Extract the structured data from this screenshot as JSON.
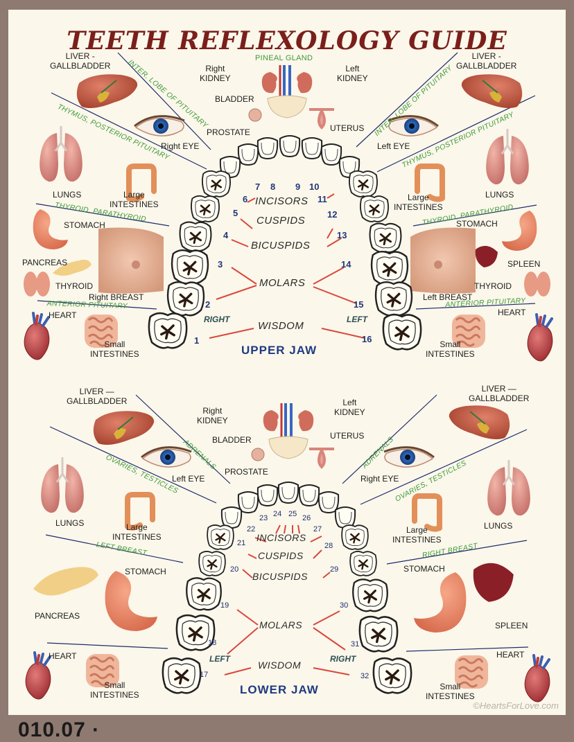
{
  "title": "TEETH REFLEXOLOGY GUIDE",
  "credit": "©HeartsForLove.com",
  "bottom_partial_text": "010.07 ·",
  "colors": {
    "title": "#7a1f1b",
    "green_label": "#3f9a3a",
    "tooth_number": "#23377a",
    "jaw_label": "#203a82",
    "leader_red": "#d9473e",
    "leader_blue": "#1e2b6e"
  },
  "upper": {
    "jaw_label": "UPPER JAW",
    "side_right": "RIGHT",
    "side_left": "LEFT",
    "tooth_types": {
      "incisors": "INCISORS",
      "cuspids": "CUSPIDS",
      "bicuspids": "BICUSPIDS",
      "molars": "MOLARS",
      "wisdom": "WISDOM"
    },
    "numbers": {
      "t1": "1",
      "t2": "2",
      "t3": "3",
      "t4": "4",
      "t5": "5",
      "t6": "6",
      "t7": "7",
      "t8": "8",
      "t9": "9",
      "t10": "10",
      "t11": "11",
      "t12": "12",
      "t13": "13",
      "t14": "14",
      "t15": "15",
      "t16": "16"
    },
    "organs": {
      "liver_l": "LIVER -\nGALLBLADDER",
      "liver_r": "LIVER -\nGALLBLADDER",
      "pineal": "PINEAL GLAND",
      "kidney_r": "Right\nKIDNEY",
      "kidney_l": "Left\nKIDNEY",
      "bladder": "BLADDER",
      "prostate": "PROSTATE",
      "uterus": "UTERUS",
      "eye_r": "Right EYE",
      "eye_l": "Left EYE",
      "lungs_l": "LUNGS",
      "lungs_r": "LUNGS",
      "large_int_l": "Large\nINTESTINES",
      "large_int_r": "Large\nINTESTINES",
      "stomach_l": "STOMACH",
      "stomach_r": "STOMACH",
      "pancreas": "PANCREAS",
      "spleen": "SPLEEN",
      "thyroid_l": "THYROID",
      "thyroid_r": "THYROID",
      "breast_r": "Right BREAST",
      "breast_l": "Left BREAST",
      "heart_l": "HEART",
      "heart_r": "HEART",
      "small_int_l": "Small\nINTESTINES",
      "small_int_r": "Small\nINTESTINES"
    },
    "glands": {
      "inter_lobe_l": "INTER. LOBE OF PITUITARY",
      "inter_lobe_r": "INTER. LOBE OF PITUITARY",
      "thymus_l": "THYMUS,  POSTERIOR PITUITARY",
      "thymus_r": "THYMUS,  POSTERIOR PITUITARY",
      "thyroid_para_l": "THYROID,  PARATHYROID",
      "thyroid_para_r": "THYROID,  PARATHYROID",
      "anterior_l": "ANTERIOR PITUITARY",
      "anterior_r": "ANTERIOR PITUITARY"
    }
  },
  "lower": {
    "jaw_label": "LOWER JAW",
    "side_left": "LEFT",
    "side_right": "RIGHT",
    "tooth_types": {
      "incisors": "INCISORS",
      "cuspids": "CUSPIDS",
      "bicuspids": "BICUSPIDS",
      "molars": "MOLARS",
      "wisdom": "WISDOM"
    },
    "numbers": {
      "t17": "17",
      "t18": "18",
      "t19": "19",
      "t20": "20",
      "t21": "21",
      "t22": "22",
      "t23": "23",
      "t24": "24",
      "t25": "25",
      "t26": "26",
      "t27": "27",
      "t28": "28",
      "t29": "29",
      "t30": "30",
      "t31": "31",
      "t32": "32"
    },
    "organs": {
      "liver_l": "LIVER —\nGALLBLADDER",
      "liver_r": "LIVER —\nGALLBLADDER",
      "kidney_r": "Right\nKIDNEY",
      "kidney_l": "Left\nKIDNEY",
      "bladder": "BLADDER",
      "uterus": "UTERUS",
      "prostate": "PROSTATE",
      "eye_l": "Left EYE",
      "eye_r": "Right EYE",
      "lungs_l": "LUNGS",
      "lungs_r": "LUNGS",
      "large_int_l": "Large\nINTESTINES",
      "large_int_r": "Large\nINTESTINES",
      "stomach_l": "STOMACH",
      "stomach_r": "STOMACH",
      "pancreas": "PANCREAS",
      "spleen": "SPLEEN",
      "heart_l": "HEART",
      "heart_r": "HEART",
      "small_int_l": "Small\nINTESTINES",
      "small_int_r": "Small\nINTESTINES"
    },
    "glands": {
      "adrenals_l": "ADRENALS",
      "adrenals_r": "ADRENALS",
      "ovaries_l": "OVARIES, TESTICLES",
      "ovaries_r": "OVARIES, TESTICLES",
      "left_breast": "LEFT  BREAST",
      "right_breast": "RIGHT  BREAST"
    }
  }
}
